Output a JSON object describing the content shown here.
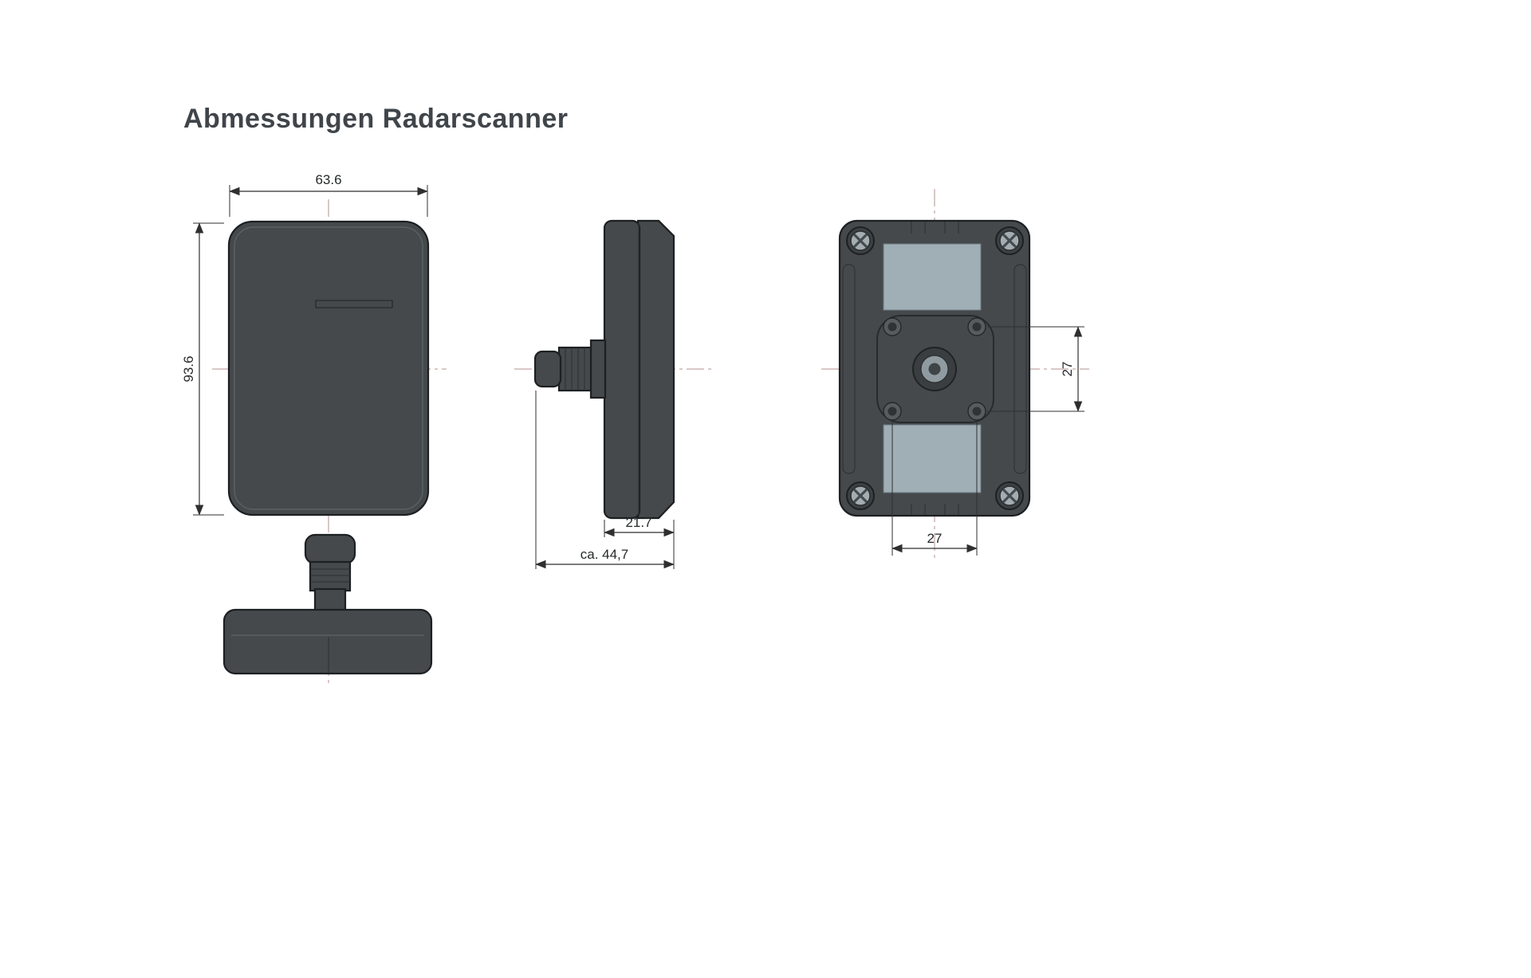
{
  "title": "Abmessungen Radarscanner",
  "dims": {
    "front_width": "63.6",
    "front_height": "93.6",
    "side_depth": "21.7",
    "side_total_depth": "ca. 44,7",
    "back_hole_spacing_vertical": "27",
    "back_hole_spacing_horizontal": "27"
  },
  "colors": {
    "body": "#45494c",
    "pad": "#a0aeb5",
    "centerline": "#b59090",
    "dimension": "#2f2f2f",
    "background": "#ffffff"
  }
}
